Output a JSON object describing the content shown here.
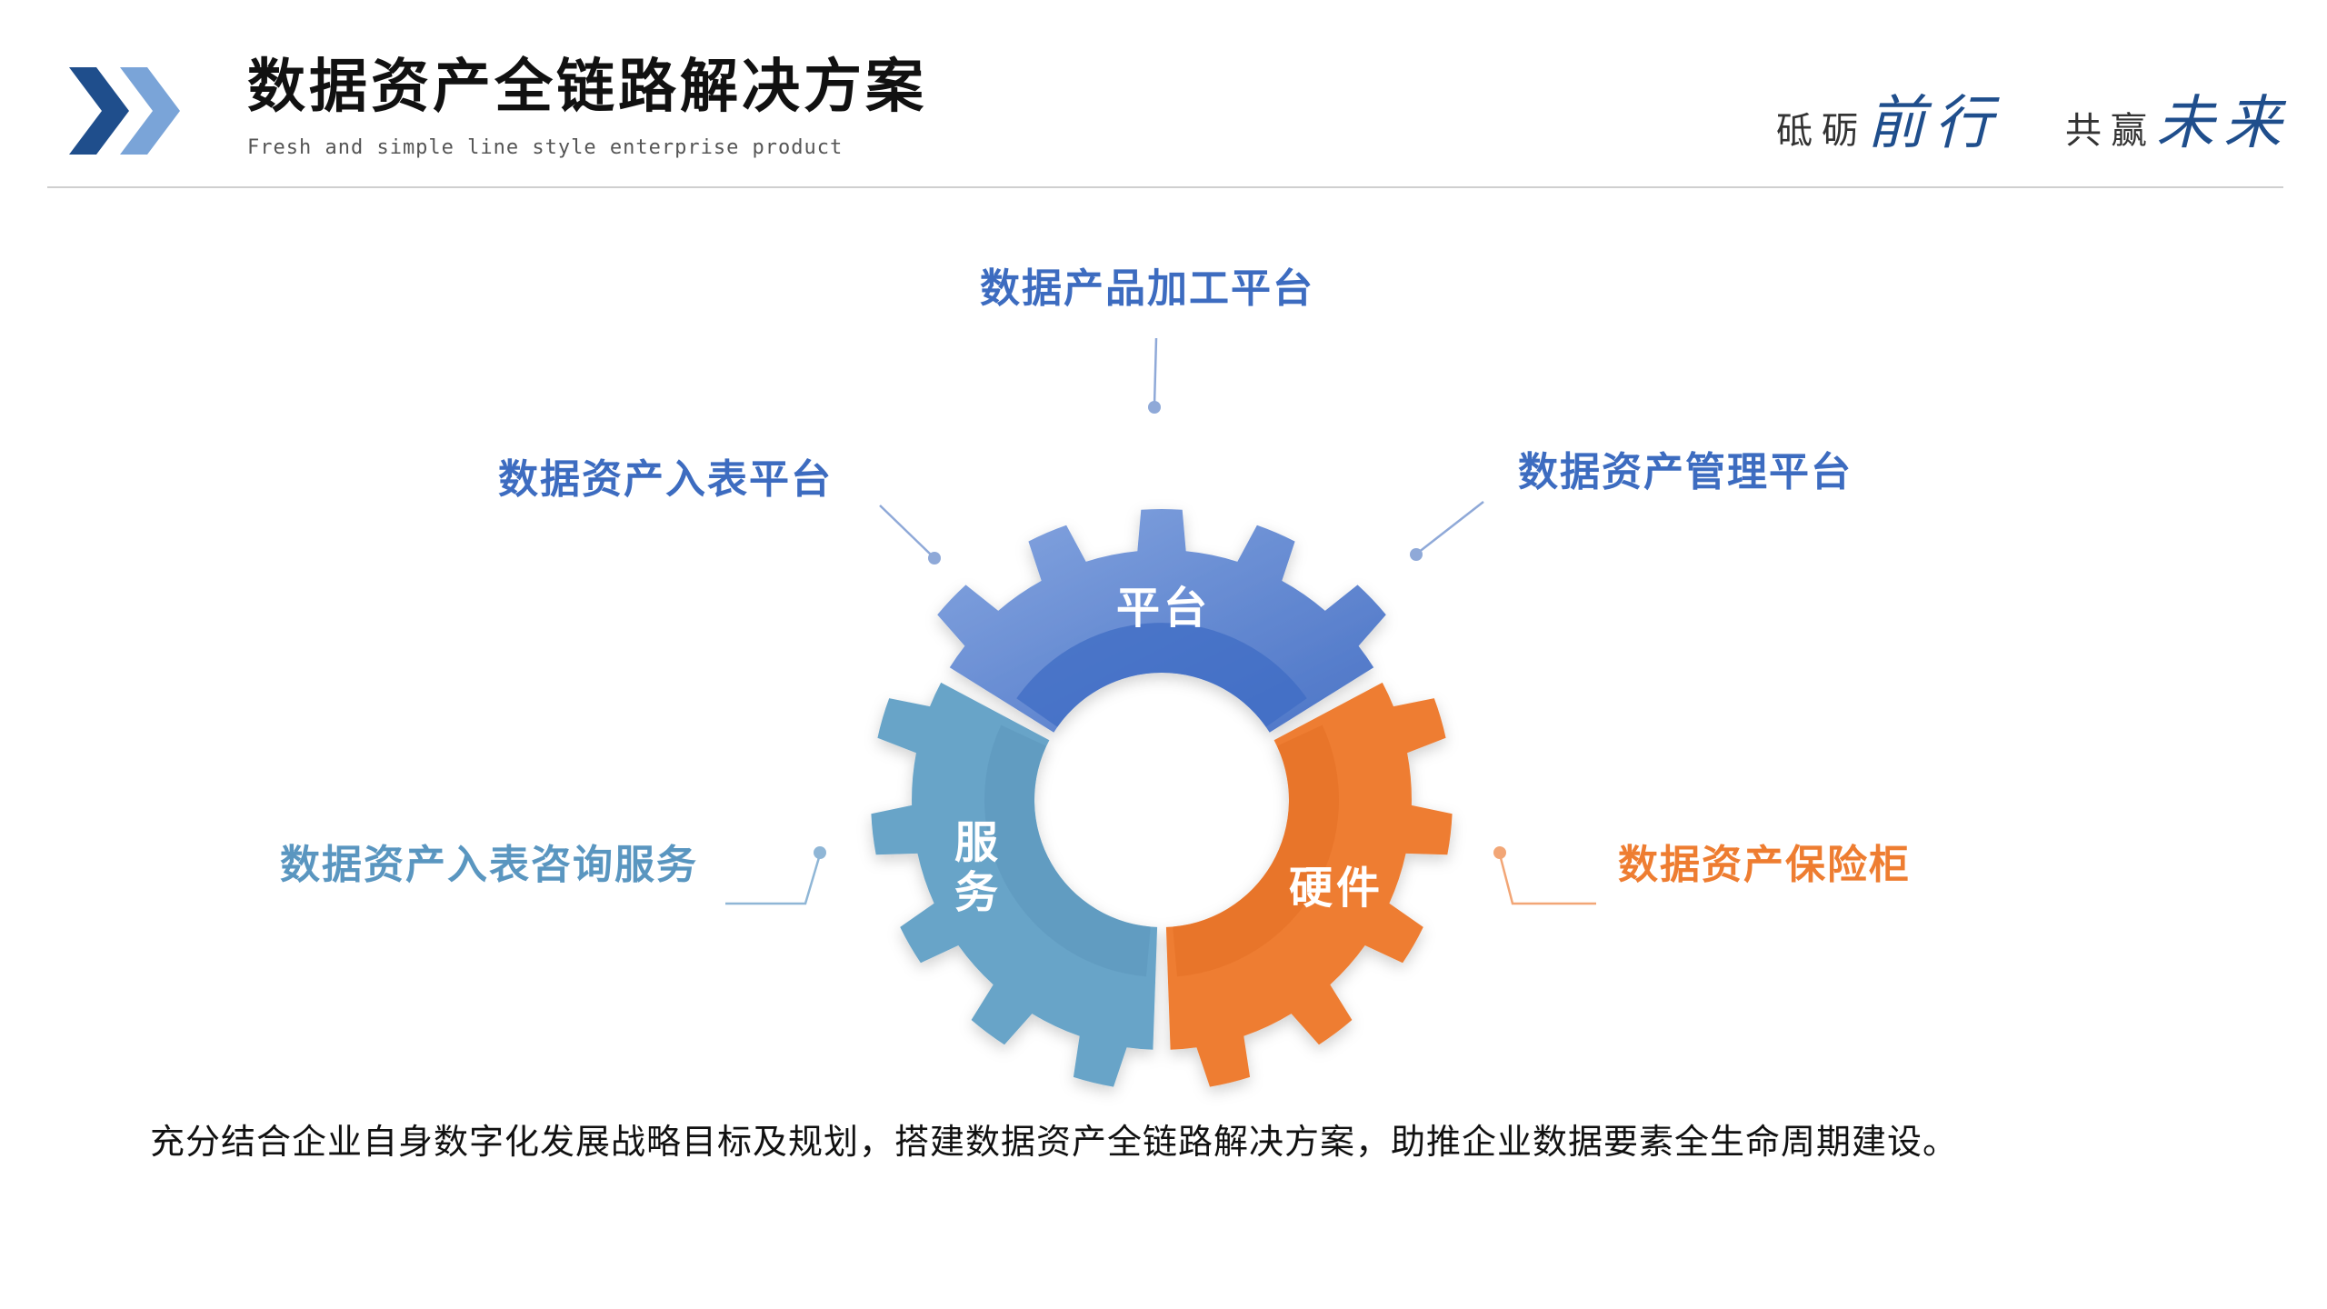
{
  "header": {
    "title": "数据资产全链路解决方案",
    "subtitle": "Fresh and simple line style enterprise product",
    "slogan": {
      "part1_plain": "砥砺",
      "part1_fancy": "前行",
      "part2_plain": "共赢",
      "part2_fancy": "未来"
    }
  },
  "diagram": {
    "gears": {
      "platform": {
        "label": "平台",
        "color": "#5b82cf"
      },
      "service": {
        "label_line1": "服",
        "label_line2": "务",
        "color": "#68a4c8"
      },
      "hardware": {
        "label": "硬件",
        "color": "#ee7d31"
      }
    },
    "callouts": {
      "product_platform": {
        "text": "数据产品加工平台",
        "color": "#3d6cc0"
      },
      "listing_platform": {
        "text": "数据资产入表平台",
        "color": "#3d6cc0"
      },
      "management_platform": {
        "text": "数据资产管理平台",
        "color": "#3d6cc0"
      },
      "consulting_service": {
        "text": "数据资产入表咨询服务",
        "color": "#5a96c0"
      },
      "safe_box": {
        "text": "数据资产保险柜",
        "color": "#ee7d31"
      }
    }
  },
  "caption": "充分结合企业自身数字化发展战略目标及规划，搭建数据资产全链路解决方案，助推企业数据要素全生命周期建设。",
  "colors": {
    "accent_dark": "#1f4e8c",
    "accent_light": "#7aa4d8"
  }
}
